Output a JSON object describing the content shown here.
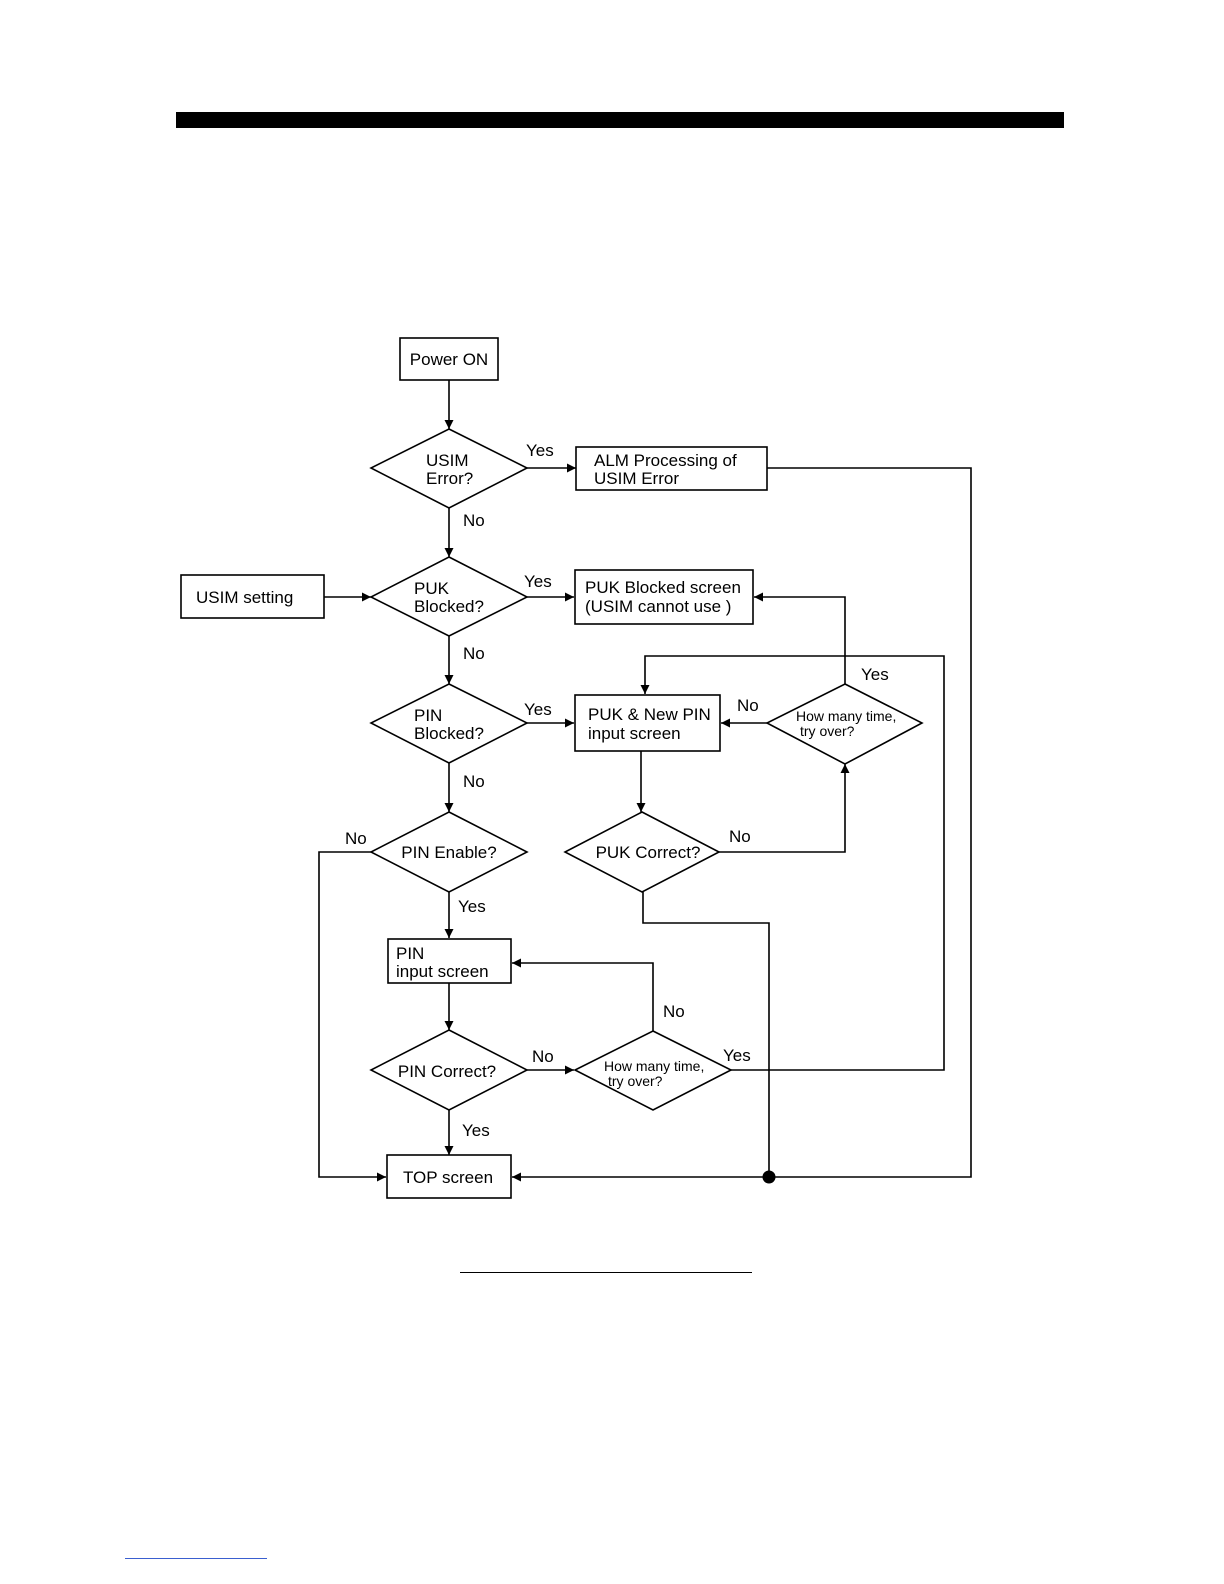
{
  "nodes": {
    "power_on": "Power ON",
    "usim_error": [
      "USIM",
      "Error?"
    ],
    "alm_processing": [
      "ALM Processing of",
      "USIM Error"
    ],
    "usim_setting": "USIM setting",
    "puk_blocked": [
      "PUK",
      "Blocked?"
    ],
    "puk_blocked_screen": [
      "PUK Blocked screen",
      "(USIM cannot use )"
    ],
    "pin_blocked": [
      "PIN",
      "Blocked?"
    ],
    "puk_new_pin_screen": [
      "PUK & New PIN",
      "input screen"
    ],
    "how_many_time_upper": [
      "How many time,",
      "try over?"
    ],
    "pin_enable": "PIN Enable?",
    "puk_correct": "PUK Correct?",
    "pin_input_screen": [
      "PIN",
      "input screen"
    ],
    "pin_correct": "PIN Correct?",
    "how_many_time_lower": [
      "How many time,",
      "try over?"
    ],
    "top_screen": "TOP screen"
  },
  "edge_labels": {
    "yes": "Yes",
    "no": "No"
  }
}
